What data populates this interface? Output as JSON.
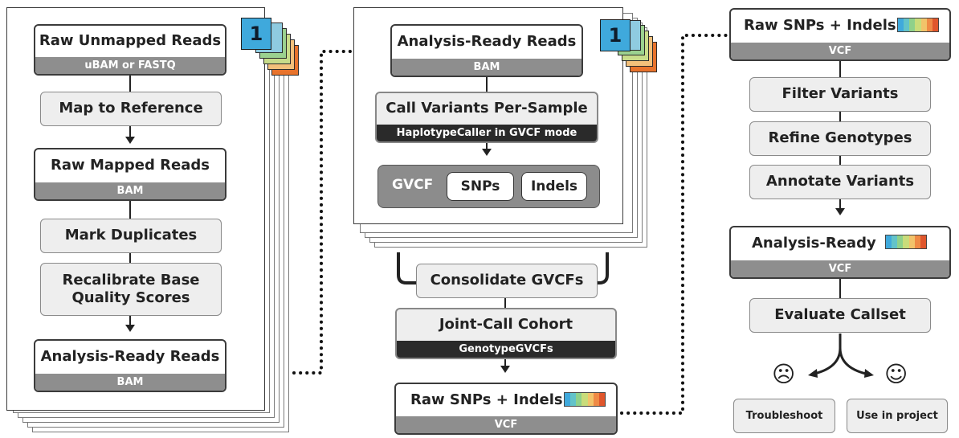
{
  "panel1": {
    "badge": "1",
    "raw_unmapped": {
      "title": "Raw Unmapped Reads",
      "sub": "uBAM or FASTQ"
    },
    "map_to_reference": "Map to Reference",
    "raw_mapped": {
      "title": "Raw Mapped Reads",
      "sub": "BAM"
    },
    "mark_duplicates": "Mark Duplicates",
    "recalibrate": "Recalibrate Base Quality Scores",
    "analysis_ready": {
      "title": "Analysis-Ready Reads",
      "sub": "BAM"
    }
  },
  "panel2": {
    "badge": "1",
    "analysis_ready": {
      "title": "Analysis-Ready Reads",
      "sub": "BAM"
    },
    "call_variants": {
      "title": "Call Variants Per-Sample",
      "sub": "HaplotypeCaller in GVCF mode"
    },
    "gvcf": {
      "label": "GVCF",
      "snps": "SNPs",
      "indels": "Indels"
    },
    "consolidate": "Consolidate GVCFs",
    "joint_call": {
      "title": "Joint-Call Cohort",
      "sub": "GenotypeGVCFs"
    },
    "raw_snps": {
      "title": "Raw SNPs + Indels",
      "sub": "VCF"
    }
  },
  "panel3": {
    "raw_snps": {
      "title": "Raw SNPs + Indels",
      "sub": "VCF"
    },
    "filter": "Filter Variants",
    "refine": "Refine Genotypes",
    "annotate": "Annotate Variants",
    "analysis_ready": {
      "title": "Analysis-Ready",
      "sub": "VCF"
    },
    "evaluate": "Evaluate Callset",
    "troubleshoot": "Troubleshoot",
    "use_in_project": "Use in project",
    "sad_icon": "sad-face-icon",
    "happy_icon": "happy-face-icon"
  },
  "colors": {
    "badge": "#3fa9dc",
    "stack": [
      "#8fcbe0",
      "#9bd18f",
      "#c8dc8a",
      "#f3c07a",
      "#e8732c"
    ],
    "spectrum": [
      "#3fa9dc",
      "#62c3c9",
      "#8fd18a",
      "#c9dc7a",
      "#f2c36a",
      "#ef8a45",
      "#e0562c"
    ]
  }
}
